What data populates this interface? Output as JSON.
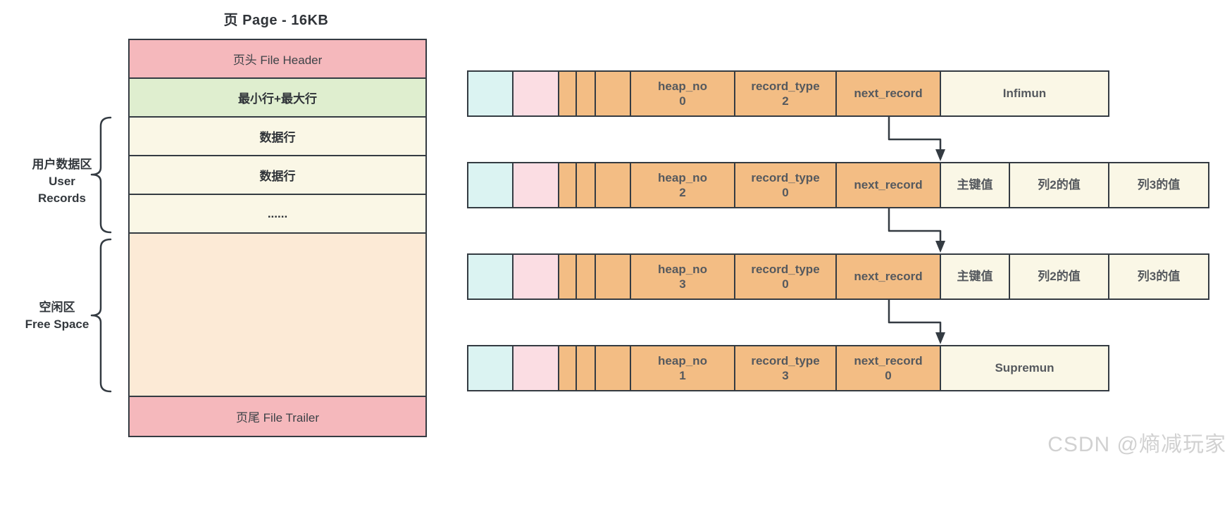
{
  "page": {
    "title": "页 Page - 16KB",
    "sections": [
      {
        "label": "页头 File Header"
      },
      {
        "label": "最小行+最大行"
      },
      {
        "label": "数据行"
      },
      {
        "label": "数据行"
      },
      {
        "label": "......"
      },
      {
        "label": ""
      },
      {
        "label": "页尾 File Trailer"
      }
    ]
  },
  "annotations": {
    "user_records": {
      "cn": "用户数据区",
      "en": "User Records"
    },
    "free_space": {
      "cn": "空闲区",
      "en": "Free Space"
    }
  },
  "record_field_labels": {
    "heap_no": "heap_no",
    "record_type": "record_type",
    "next_record": "next_record"
  },
  "records": [
    {
      "heap_no": "0",
      "record_type": "2",
      "next_record": "",
      "content": [
        "Infimun"
      ]
    },
    {
      "heap_no": "2",
      "record_type": "0",
      "next_record": "",
      "content": [
        "主键值",
        "列2的值",
        "列3的值"
      ]
    },
    {
      "heap_no": "3",
      "record_type": "0",
      "next_record": "",
      "content": [
        "主键值",
        "列2的值",
        "列3的值"
      ]
    },
    {
      "heap_no": "1",
      "record_type": "3",
      "next_record": "0",
      "content": [
        "Supremun"
      ]
    }
  ],
  "watermark": "CSDN @熵减玩家",
  "colors": {
    "border": "#343b42",
    "section_pink": "#f5b8bc",
    "section_green": "#dfeecf",
    "section_cream": "#faf7e6",
    "free_space_peach": "#fcead6",
    "cell_cyan": "#dbf3f2",
    "cell_pink": "#fbdde3",
    "cell_orange": "#f3bd84",
    "cell_text": "#55595e"
  }
}
